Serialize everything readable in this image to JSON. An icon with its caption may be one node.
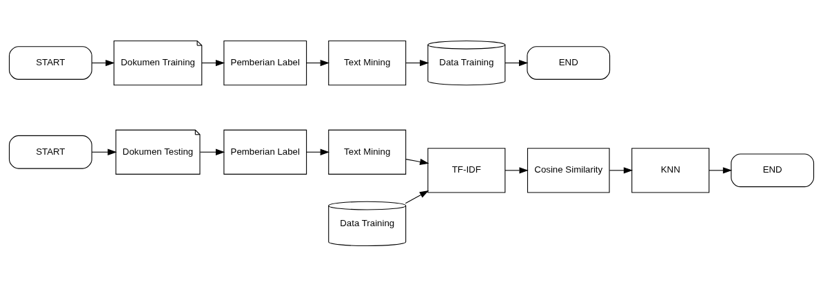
{
  "diagram": {
    "nodes": [
      {
        "text": [
          "START"
        ]
      },
      {
        "text": [
          "Dokumen Training"
        ]
      },
      {
        "text": [
          "Pemberian Label"
        ]
      },
      {
        "text": [
          "Text Mining"
        ]
      },
      {
        "text": [
          "Data Training"
        ]
      },
      {
        "text": [
          "END"
        ]
      },
      {
        "text": [
          "Data Training"
        ]
      },
      {
        "text": [
          "START"
        ]
      },
      {
        "text": [
          "Dokumen Testing"
        ]
      },
      {
        "text": [
          "Pemberian Label"
        ]
      },
      {
        "text": [
          "Text Mining"
        ]
      },
      {
        "text": [
          "TF-IDF"
        ]
      },
      {
        "text": [
          "Cosine Similarity"
        ]
      },
      {
        "text": [
          "KNN"
        ]
      },
      {
        "text": [
          "END"
        ]
      }
    ],
    "edges": [
      {
        "from": 0,
        "to": 1,
        "arrow": "to"
      },
      {
        "from": 1,
        "to": 2,
        "arrow": "to"
      },
      {
        "from": 2,
        "to": 3,
        "arrow": "to"
      },
      {
        "from": 3,
        "to": 4,
        "arrow": "to"
      },
      {
        "from": 4,
        "to": 5,
        "arrow": "to"
      },
      {
        "from": 7,
        "to": 8,
        "arrow": "to"
      },
      {
        "from": 8,
        "to": 9,
        "arrow": "to"
      },
      {
        "from": 9,
        "to": 10,
        "arrow": "to"
      },
      {
        "from": 10,
        "to": 11,
        "arrow": "to"
      },
      {
        "from": 6,
        "to": 11,
        "arrow": "to"
      },
      {
        "from": 11,
        "to": 12,
        "arrow": "to"
      },
      {
        "from": 12,
        "to": 13,
        "arrow": "to"
      },
      {
        "from": 13,
        "to": 14,
        "arrow": "to"
      }
    ]
  }
}
